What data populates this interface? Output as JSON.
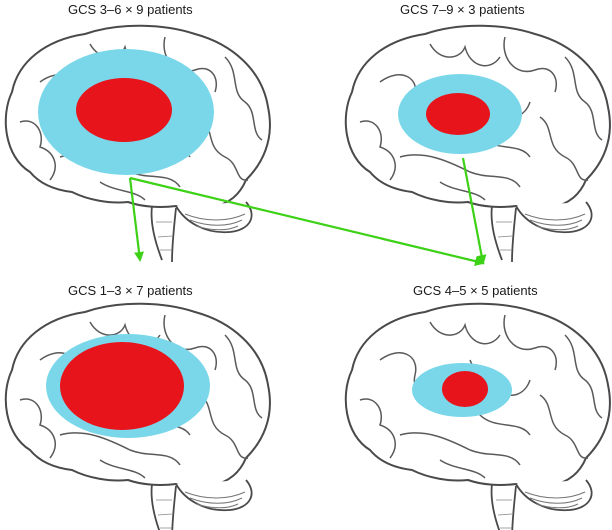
{
  "panels": [
    {
      "label": "GCS 3–6 × 9 patients"
    },
    {
      "label": "GCS 7–9 × 3 patients"
    },
    {
      "label": "GCS 1–3 × 7 patients"
    },
    {
      "label": "GCS 4–5 × 5 patients"
    }
  ],
  "colors": {
    "core": "#e8141c",
    "penumbra": "#7ad7ea",
    "arrow": "#3dd117",
    "brain_outline": "#4a4a4a",
    "brain_fill": "#ffffff",
    "text": "#1a1a1a"
  }
}
